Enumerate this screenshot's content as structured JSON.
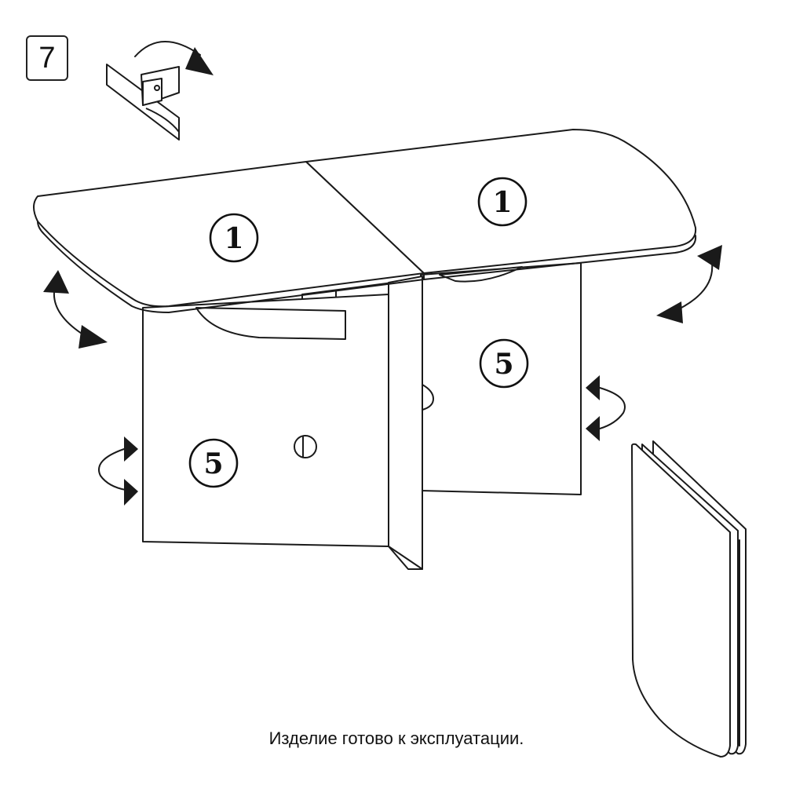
{
  "step": {
    "number": "7"
  },
  "parts": {
    "tabletop": "1",
    "side_panel": "5"
  },
  "caption": "Изделие готово к эксплуатации."
}
